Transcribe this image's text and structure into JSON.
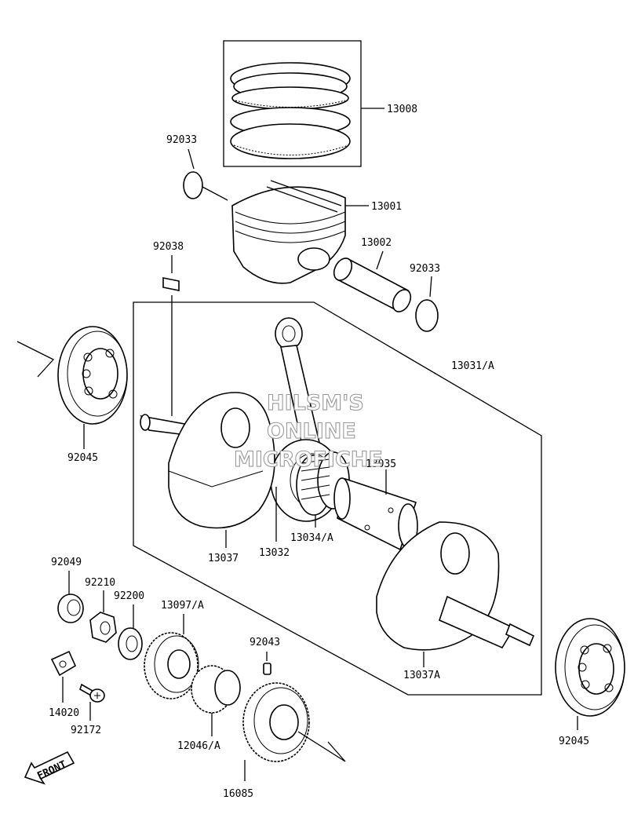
{
  "watermark": {
    "line1": "HILSM'S",
    "line2": "ONLINE",
    "line3": "MICROFICHE"
  },
  "front_arrow_label": "FRONT",
  "parts": {
    "piston_ring_set": "13008",
    "piston": "13001",
    "piston_pin": "13002",
    "circlip_left": "92033",
    "circlip_right": "92033",
    "key": "92038",
    "crankshaft_assy": "13031/A",
    "bearing_left": "92045",
    "bearing_right": "92045",
    "crank_pin": "13035",
    "needle_bearing": "13034/A",
    "connecting_rod": "13032",
    "flywheel_left": "13037",
    "flywheel_right": "13037A",
    "oil_seal": "92049",
    "nut": "92210",
    "washer": "92200",
    "crank_gear": "13097/A",
    "dowel_pin": "92043",
    "plate": "14020",
    "bolt": "92172",
    "balancer_gear": "12046/A",
    "gear": "16085"
  }
}
